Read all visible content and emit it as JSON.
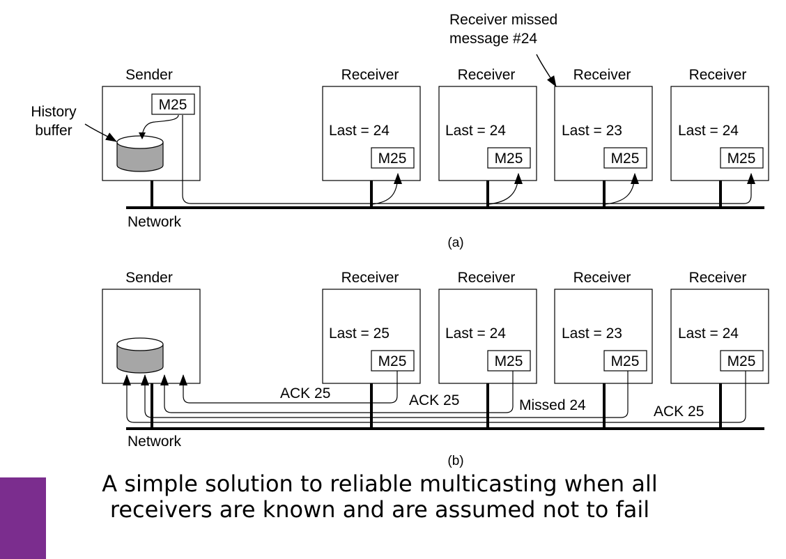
{
  "colors": {
    "accent": "#7B2D8E",
    "disk_fill": "#a6a6a6",
    "line": "#000000"
  },
  "annotations": {
    "missed_note_line1": "Receiver missed",
    "missed_note_line2": "message #24",
    "history_line1": "History",
    "history_line2": "buffer"
  },
  "message_label": "M25",
  "network_label": "Network",
  "panel_a": {
    "caption": "(a)",
    "sender_title": "Sender",
    "receivers": [
      {
        "title": "Receiver",
        "last": "Last = 24"
      },
      {
        "title": "Receiver",
        "last": "Last = 24"
      },
      {
        "title": "Receiver",
        "last": "Last = 23"
      },
      {
        "title": "Receiver",
        "last": "Last = 24"
      }
    ]
  },
  "panel_b": {
    "caption": "(b)",
    "sender_title": "Sender",
    "receivers": [
      {
        "title": "Receiver",
        "last": "Last = 25"
      },
      {
        "title": "Receiver",
        "last": "Last = 24"
      },
      {
        "title": "Receiver",
        "last": "Last = 23"
      },
      {
        "title": "Receiver",
        "last": "Last = 24"
      }
    ],
    "feedback": [
      "ACK 25",
      "ACK 25",
      "Missed 24",
      "ACK 25"
    ]
  },
  "caption_text": "A simple solution to reliable multicasting when all receivers are known and are assumed not to fail"
}
